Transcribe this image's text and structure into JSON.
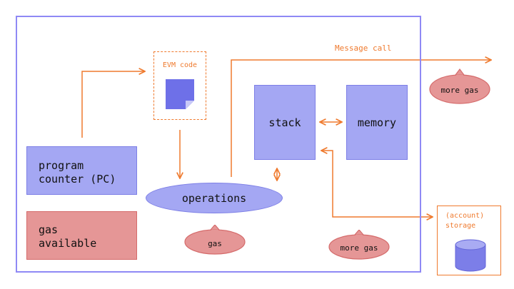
{
  "colors": {
    "frame": "#8f89f5",
    "blue_fill": "#a4a7f3",
    "blue_stroke": "#7d7fe6",
    "red_fill": "#e59696",
    "red_stroke": "#d56b6b",
    "arrow": "#ef7a2e"
  },
  "labels": {
    "evm_code": "EVM code",
    "message_call": "Message call",
    "program_counter_line1": "program",
    "program_counter_line2": "counter (PC)",
    "gas_available_line1": "gas",
    "gas_available_line2": "available",
    "stack": "stack",
    "memory": "memory",
    "operations": "operations",
    "gas": "gas",
    "more_gas_top": "more gas",
    "more_gas_bottom": "more gas",
    "storage_line1": "(account)",
    "storage_line2": "storage"
  },
  "icons": {
    "code_document": "document-icon",
    "storage_database": "database-icon"
  }
}
